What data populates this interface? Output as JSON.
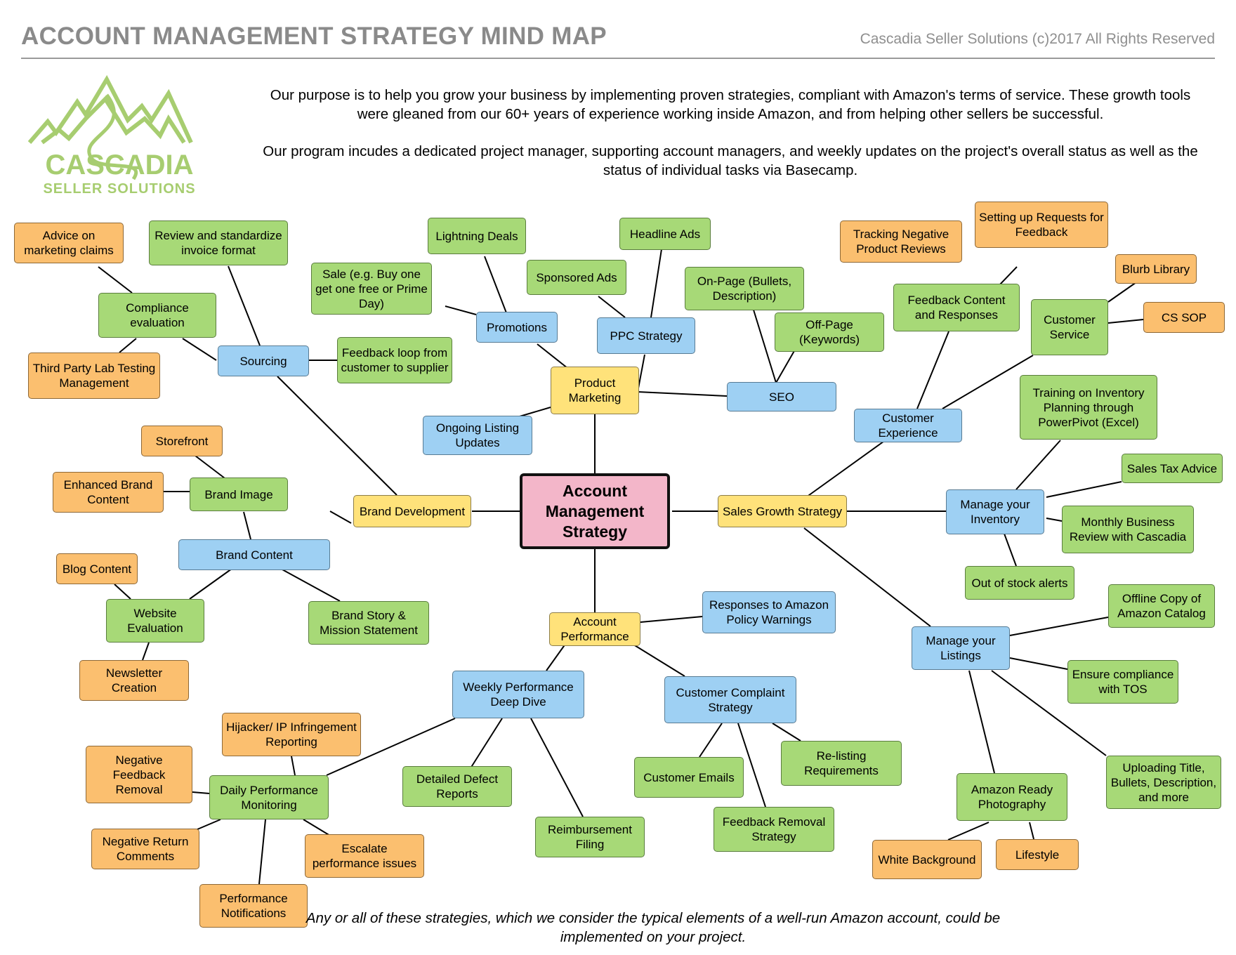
{
  "header": {
    "title": "ACCOUNT MANAGEMENT STRATEGY MIND MAP",
    "copyright": "Cascadia Seller Solutions (c)2017 All Rights Reserved"
  },
  "logo": {
    "name": "CASCADIA",
    "subtitle": "SELLER SOLUTIONS"
  },
  "intro": {
    "p1": "Our purpose is to help you grow your business by implementing proven strategies, compliant with Amazon's terms of service. These growth tools were gleaned from our 60+ years of experience working inside Amazon, and from helping other sellers be successful.",
    "p2": "Our program incudes a dedicated project manager, supporting account managers, and weekly updates on the project's overall status as well as the status of individual tasks via Basecamp."
  },
  "footer": {
    "note": "Any or all of these strategies, which we consider the typical elements of a well-run Amazon account, could be implemented on your project."
  },
  "colors": {
    "root": "#f3b6c9",
    "yellow": "#ffe27a",
    "blue": "#9ed0f3",
    "green": "#a7d977",
    "orange": "#fbbf6f",
    "logo": "#a7cd70"
  },
  "nodes": {
    "root": "Account Management Strategy",
    "product_marketing": "Product Marketing",
    "brand_development": "Brand Development",
    "sales_growth": "Sales Growth Strategy",
    "account_performance": "Account Performance",
    "promotions": "Promotions",
    "ppc_strategy": "PPC Strategy",
    "seo": "SEO",
    "ongoing_listing": "Ongoing Listing Updates",
    "lightning_deals": "Lightning Deals",
    "sale_bogo": "Sale (e.g. Buy one get one free or Prime Day)",
    "headline_ads": "Headline Ads",
    "sponsored_ads": "Sponsored Ads",
    "on_page": "On-Page (Bullets, Description)",
    "off_page": "Off-Page (Keywords)",
    "sourcing": "Sourcing",
    "compliance_eval": "Compliance evaluation",
    "advice_marketing": "Advice on marketing claims",
    "third_party_lab": "Third Party Lab Testing Management",
    "review_invoice": "Review and standardize invoice format",
    "feedback_loop": "Feedback loop from customer to supplier",
    "brand_content": "Brand Content",
    "brand_image": "Brand Image",
    "storefront": "Storefront",
    "enhanced_brand": "Enhanced Brand Content",
    "website_eval": "Website Evaluation",
    "blog_content": "Blog Content",
    "newsletter": "Newsletter Creation",
    "brand_story": "Brand Story & Mission Statement",
    "customer_experience": "Customer Experience",
    "feedback_content": "Feedback Content and Responses",
    "tracking_negative": "Tracking Negative Product Reviews",
    "setting_requests": "Setting up Requests for Feedback",
    "customer_service": "Customer Service",
    "blurb_library": "Blurb Library",
    "cs_sop": "CS SOP",
    "manage_inventory": "Manage your Inventory",
    "training_inventory": "Training on Inventory Planning through PowerPivot (Excel)",
    "sales_tax": "Sales Tax Advice",
    "monthly_review": "Monthly Business Review with Cascadia",
    "out_of_stock": "Out of stock alerts",
    "manage_listings": "Manage your Listings",
    "offline_copy": "Offline Copy of Amazon Catalog",
    "ensure_tos": "Ensure compliance with TOS",
    "uploading_title": "Uploading Title, Bullets, Description, and more",
    "amazon_photo": "Amazon Ready Photography",
    "white_background": "White Background",
    "lifestyle": "Lifestyle",
    "responses_policy": "Responses to Amazon Policy Warnings",
    "weekly_perf": "Weekly Performance Deep Dive",
    "customer_complaint": "Customer Complaint Strategy",
    "daily_perf": "Daily Performance Monitoring",
    "hijacker": "Hijacker/ IP Infringement Reporting",
    "negative_feedback": "Negative Feedback Removal",
    "negative_return": "Negative Return Comments",
    "escalate": "Escalate performance issues",
    "perf_notifications": "Performance Notifications",
    "detailed_defect": "Detailed Defect Reports",
    "reimbursement": "Reimbursement Filing",
    "customer_emails": "Customer Emails",
    "relisting": "Re-listing Requirements",
    "feedback_removal": "Feedback Removal Strategy"
  }
}
